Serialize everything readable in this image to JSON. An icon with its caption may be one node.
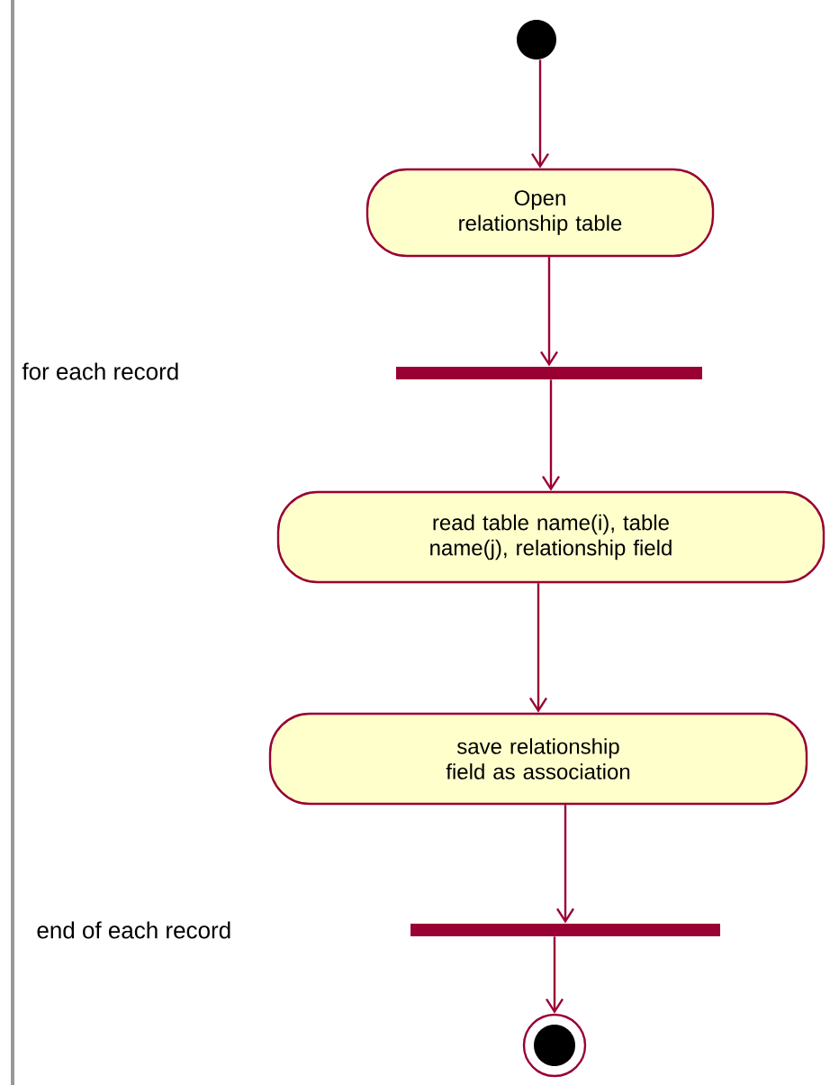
{
  "diagram": {
    "nodes": [
      {
        "text": [],
        "shape": "circle"
      },
      {
        "text": [
          "Open relationship table"
        ]
      },
      {
        "text": [],
        "shape": "bar"
      },
      {
        "text": [
          "read table name(i), table name(j), relationship field"
        ]
      },
      {
        "text": [
          "save relationship field as association"
        ]
      },
      {
        "text": [],
        "shape": "bar"
      },
      {
        "text": [],
        "shape": "circle"
      }
    ],
    "edges": [
      {
        "from": 0,
        "to": 1,
        "arrow": "to"
      },
      {
        "from": 1,
        "to": 2,
        "arrow": "to"
      },
      {
        "from": 2,
        "to": 3,
        "arrow": "to"
      },
      {
        "from": 3,
        "to": 4,
        "arrow": "to"
      },
      {
        "from": 4,
        "to": 5,
        "arrow": "to"
      },
      {
        "from": 5,
        "to": 6,
        "arrow": "to"
      }
    ],
    "labels": [
      "for each record",
      "end of each record"
    ]
  }
}
